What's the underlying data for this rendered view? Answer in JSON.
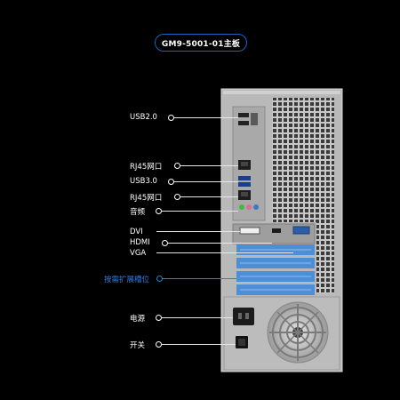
{
  "title": "GM9-5001-01主板",
  "labels": {
    "usb2": "USB2.0",
    "rj45_1": "RJ45网口",
    "usb3": "USB3.0",
    "rj45_2": "RJ45网口",
    "audio": "音频",
    "dvi": "DVI",
    "hdmi": "HDMI",
    "vga": "VGA",
    "expansion": "按需扩展槽位",
    "power": "电源",
    "switch": "开关"
  },
  "colors": {
    "background": "#000000",
    "accent": "#2a7de1",
    "chassis": "#bfbfbf",
    "slot_cover": "#4e8ed6"
  }
}
